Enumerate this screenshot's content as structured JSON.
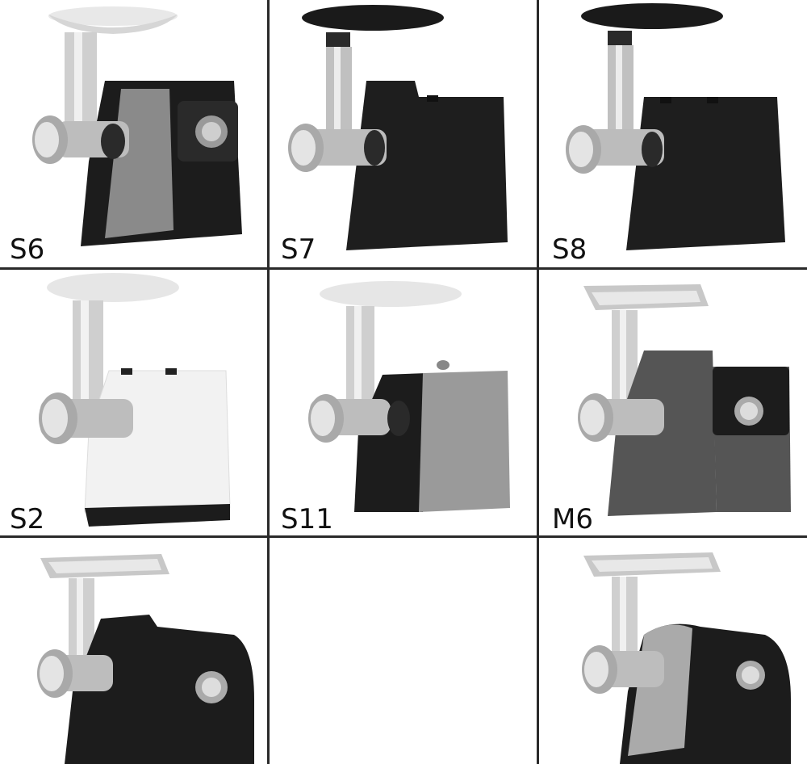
{
  "grid": {
    "rows": 3,
    "cols": 3,
    "line_color": "#2a2a2a"
  },
  "cells": [
    {
      "label": "S6",
      "body_color": "#1c1c1c",
      "panel_color": "#8a8a8a",
      "hopper_color": "#e8e8e8"
    },
    {
      "label": "S7",
      "body_color": "#1e1e1e",
      "panel_color": "#1e1e1e",
      "hopper_color": "#1a1a1a"
    },
    {
      "label": "S8",
      "body_color": "#1e1e1e",
      "panel_color": "#1e1e1e",
      "hopper_color": "#1a1a1a"
    },
    {
      "label": "S2",
      "body_color": "#f2f2f2",
      "panel_color": "#f2f2f2",
      "hopper_color": "#e6e6e6"
    },
    {
      "label": "S11",
      "body_color": "#1c1c1c",
      "panel_color": "#9a9a9a",
      "hopper_color": "#e6e6e6"
    },
    {
      "label": "M6",
      "body_color": "#555555",
      "panel_color": "#1c1c1c",
      "hopper_color": "#c8c8c8"
    },
    {
      "label": "",
      "body_color": "#1c1c1c",
      "panel_color": "#1c1c1c",
      "hopper_color": "#c8c8c8"
    },
    {
      "label": "",
      "empty": true
    },
    {
      "label": "",
      "body_color": "#1c1c1c",
      "panel_color": "#1c1c1c",
      "hopper_color": "#c8c8c8"
    }
  ]
}
